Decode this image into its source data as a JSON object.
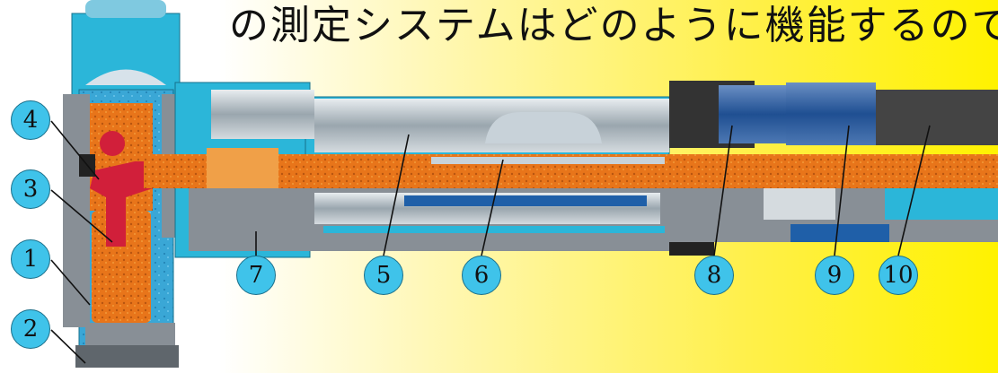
{
  "title": "の測定システムはどのように機能するので",
  "callouts": [
    "1",
    "2",
    "3",
    "4",
    "5",
    "6",
    "7",
    "8",
    "9",
    "10"
  ],
  "colors": {
    "housing_blue": "#2bb6d9",
    "steel_gray": "#a9b4bc",
    "core_orange": "#e8751a",
    "valve_red": "#d11f3a",
    "callout_fill": "#3fc3ea",
    "knob_blue": "#1f5fa8"
  }
}
